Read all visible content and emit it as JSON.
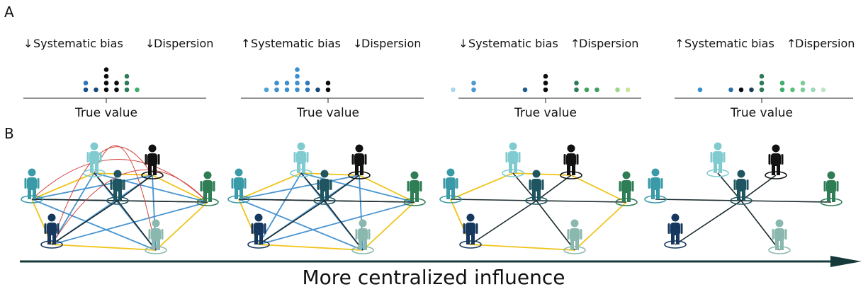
{
  "panel_labels": {
    "a": "A",
    "b": "B"
  },
  "panel_a": {
    "scenarios": [
      {
        "bias_arrow": "↓",
        "bias_text": "Systematic bias",
        "dispersion_arrow": "↓",
        "dispersion_text": "Dispersion",
        "axis_label": "True value",
        "dots": [
          {
            "col": -2,
            "row": 0,
            "color": "#1b4f8a"
          },
          {
            "col": -2,
            "row": 1,
            "color": "#2e78b8"
          },
          {
            "col": -1,
            "row": 0,
            "color": "#174a7c"
          },
          {
            "col": 0,
            "row": 0,
            "color": "#0c0c0c"
          },
          {
            "col": 0,
            "row": 1,
            "color": "#0c0c0c"
          },
          {
            "col": 0,
            "row": 2,
            "color": "#0c0c0c"
          },
          {
            "col": 0,
            "row": 3,
            "color": "#0c0c0c"
          },
          {
            "col": 1,
            "row": 0,
            "color": "#0c0c0c"
          },
          {
            "col": 1,
            "row": 1,
            "color": "#0c0c0c"
          },
          {
            "col": 2,
            "row": 0,
            "color": "#2d7a58"
          },
          {
            "col": 2,
            "row": 1,
            "color": "#2d7a58"
          },
          {
            "col": 2,
            "row": 2,
            "color": "#2d7a58"
          },
          {
            "col": 3,
            "row": 0,
            "color": "#3fae6a"
          }
        ]
      },
      {
        "bias_arrow": "↑",
        "bias_text": "Systematic bias",
        "dispersion_arrow": "↓",
        "dispersion_text": "Dispersion",
        "axis_label": "True value",
        "dots": [
          {
            "col": -6,
            "row": 0,
            "color": "#4aa3d8"
          },
          {
            "col": -5,
            "row": 0,
            "color": "#3b8fce"
          },
          {
            "col": -5,
            "row": 1,
            "color": "#3b8fce"
          },
          {
            "col": -4,
            "row": 0,
            "color": "#3b8fce"
          },
          {
            "col": -4,
            "row": 1,
            "color": "#3b8fce"
          },
          {
            "col": -3,
            "row": 0,
            "color": "#3b8fce"
          },
          {
            "col": -3,
            "row": 1,
            "color": "#3b8fce"
          },
          {
            "col": -3,
            "row": 2,
            "color": "#3b8fce"
          },
          {
            "col": -3,
            "row": 3,
            "color": "#3b8fce"
          },
          {
            "col": -2,
            "row": 0,
            "color": "#2f76b8"
          },
          {
            "col": -2,
            "row": 1,
            "color": "#2f76b8"
          },
          {
            "col": -1,
            "row": 0,
            "color": "#174a7c"
          },
          {
            "col": 0,
            "row": 0,
            "color": "#0c0c0c"
          },
          {
            "col": 0,
            "row": 1,
            "color": "#0c0c0c"
          }
        ]
      },
      {
        "bias_arrow": "↓",
        "bias_text": "Systematic bias",
        "dispersion_arrow": "↑",
        "dispersion_text": "Dispersion",
        "axis_label": "True value",
        "dots": [
          {
            "col": -9,
            "row": 0,
            "color": "#a8d8ea"
          },
          {
            "col": -7,
            "row": 0,
            "color": "#4a9ad0"
          },
          {
            "col": -7,
            "row": 1,
            "color": "#4a9ad0"
          },
          {
            "col": -2,
            "row": 0,
            "color": "#1d5c96"
          },
          {
            "col": 0,
            "row": 0,
            "color": "#0c0c0c"
          },
          {
            "col": 0,
            "row": 1,
            "color": "#0c0c0c"
          },
          {
            "col": 0,
            "row": 2,
            "color": "#0c0c0c"
          },
          {
            "col": 3,
            "row": 0,
            "color": "#2d7a58"
          },
          {
            "col": 3,
            "row": 1,
            "color": "#2d7a58"
          },
          {
            "col": 4,
            "row": 0,
            "color": "#3fa060"
          },
          {
            "col": 5,
            "row": 0,
            "color": "#3fa060"
          },
          {
            "col": 7,
            "row": 0,
            "color": "#9fd48a"
          },
          {
            "col": 8,
            "row": 0,
            "color": "#c9e79a"
          }
        ]
      },
      {
        "bias_arrow": "↑",
        "bias_text": "Systematic bias",
        "dispersion_arrow": "↑",
        "dispersion_text": "Dispersion",
        "axis_label": "True value",
        "dots": [
          {
            "col": -6,
            "row": 0,
            "color": "#3b8fce"
          },
          {
            "col": -3,
            "row": 0,
            "color": "#2a6fae"
          },
          {
            "col": -2,
            "row": 0,
            "color": "#0c0c0c"
          },
          {
            "col": -1,
            "row": 0,
            "color": "#1d3f5e"
          },
          {
            "col": 0,
            "row": 0,
            "color": "#2d7a58"
          },
          {
            "col": 0,
            "row": 1,
            "color": "#2d7a58"
          },
          {
            "col": 0,
            "row": 2,
            "color": "#2d7a58"
          },
          {
            "col": 2,
            "row": 0,
            "color": "#3fae6a"
          },
          {
            "col": 2,
            "row": 1,
            "color": "#3fae6a"
          },
          {
            "col": 3,
            "row": 0,
            "color": "#5cbf7a"
          },
          {
            "col": 4,
            "row": 0,
            "color": "#7ccc96"
          },
          {
            "col": 4,
            "row": 1,
            "color": "#7ccc96"
          },
          {
            "col": 5,
            "row": 0,
            "color": "#9fd8b4"
          },
          {
            "col": 6,
            "row": 0,
            "color": "#bfe3cc"
          }
        ]
      }
    ]
  },
  "panel_b": {
    "people": [
      {
        "id": "teal",
        "color": "#3a9aa8"
      },
      {
        "id": "lightcyan",
        "color": "#7fcbd0"
      },
      {
        "id": "black",
        "color": "#111111"
      },
      {
        "id": "darkteal",
        "color": "#1e5560"
      },
      {
        "id": "green",
        "color": "#2e7d55"
      },
      {
        "id": "navy",
        "color": "#16385e"
      },
      {
        "id": "sage",
        "color": "#8ab8ae"
      }
    ],
    "edge_colors": {
      "yellow": "#f0c419",
      "blue": "#4a95d0",
      "dark": "#1a2a2e",
      "red": "#d0453f"
    },
    "networks": [
      {
        "edges": [
          [
            "teal",
            "lightcyan",
            "yellow"
          ],
          [
            "lightcyan",
            "black",
            "yellow"
          ],
          [
            "black",
            "green",
            "yellow"
          ],
          [
            "green",
            "sage",
            "yellow"
          ],
          [
            "sage",
            "navy",
            "yellow"
          ],
          [
            "navy",
            "teal",
            "yellow"
          ],
          [
            "darkteal",
            "lightcyan",
            "dark"
          ],
          [
            "darkteal",
            "black",
            "dark"
          ],
          [
            "darkteal",
            "navy",
            "dark"
          ],
          [
            "darkteal",
            "sage",
            "dark"
          ],
          [
            "darkteal",
            "teal",
            "dark"
          ],
          [
            "darkteal",
            "green",
            "dark"
          ],
          [
            "teal",
            "green",
            "dark"
          ],
          [
            "teal",
            "black",
            "blue"
          ],
          [
            "teal",
            "sage",
            "blue"
          ],
          [
            "lightcyan",
            "navy",
            "blue"
          ],
          [
            "lightcyan",
            "sage",
            "blue"
          ],
          [
            "lightcyan",
            "green",
            "blue"
          ],
          [
            "black",
            "navy",
            "blue"
          ],
          [
            "navy",
            "green",
            "blue"
          ],
          [
            "black",
            "sage",
            "blue"
          ],
          [
            "teal",
            "darkteal",
            "blue"
          ]
        ],
        "arcs": [
          [
            "teal",
            "green",
            "red"
          ],
          [
            "navy",
            "black",
            "red"
          ],
          [
            "navy",
            "green",
            "red"
          ],
          [
            "lightcyan",
            "sage",
            "red"
          ]
        ]
      },
      {
        "edges": [
          [
            "teal",
            "lightcyan",
            "yellow"
          ],
          [
            "lightcyan",
            "black",
            "yellow"
          ],
          [
            "black",
            "green",
            "yellow"
          ],
          [
            "green",
            "sage",
            "yellow"
          ],
          [
            "sage",
            "navy",
            "yellow"
          ],
          [
            "navy",
            "teal",
            "yellow"
          ],
          [
            "darkteal",
            "lightcyan",
            "dark"
          ],
          [
            "darkteal",
            "black",
            "dark"
          ],
          [
            "darkteal",
            "navy",
            "dark"
          ],
          [
            "darkteal",
            "sage",
            "dark"
          ],
          [
            "darkteal",
            "teal",
            "dark"
          ],
          [
            "darkteal",
            "green",
            "dark"
          ],
          [
            "teal",
            "green",
            "dark"
          ],
          [
            "teal",
            "black",
            "blue"
          ],
          [
            "teal",
            "sage",
            "blue"
          ],
          [
            "lightcyan",
            "navy",
            "blue"
          ],
          [
            "lightcyan",
            "sage",
            "blue"
          ],
          [
            "lightcyan",
            "green",
            "blue"
          ],
          [
            "black",
            "navy",
            "blue"
          ],
          [
            "navy",
            "green",
            "blue"
          ],
          [
            "black",
            "sage",
            "blue"
          ]
        ],
        "arcs": []
      },
      {
        "edges": [
          [
            "teal",
            "lightcyan",
            "yellow"
          ],
          [
            "lightcyan",
            "black",
            "yellow"
          ],
          [
            "black",
            "green",
            "yellow"
          ],
          [
            "green",
            "sage",
            "yellow"
          ],
          [
            "sage",
            "navy",
            "yellow"
          ],
          [
            "navy",
            "teal",
            "yellow"
          ],
          [
            "darkteal",
            "lightcyan",
            "dark"
          ],
          [
            "darkteal",
            "black",
            "dark"
          ],
          [
            "darkteal",
            "navy",
            "dark"
          ],
          [
            "darkteal",
            "sage",
            "dark"
          ],
          [
            "darkteal",
            "teal",
            "dark"
          ],
          [
            "darkteal",
            "green",
            "dark"
          ]
        ],
        "arcs": []
      },
      {
        "edges": [
          [
            "darkteal",
            "lightcyan",
            "dark"
          ],
          [
            "darkteal",
            "black",
            "dark"
          ],
          [
            "darkteal",
            "navy",
            "dark"
          ],
          [
            "darkteal",
            "sage",
            "dark"
          ],
          [
            "darkteal",
            "teal",
            "dark"
          ],
          [
            "darkteal",
            "green",
            "dark"
          ]
        ],
        "arcs": []
      }
    ],
    "arrow_label": "More centralized influence",
    "arrow_color": "#163a3a"
  }
}
